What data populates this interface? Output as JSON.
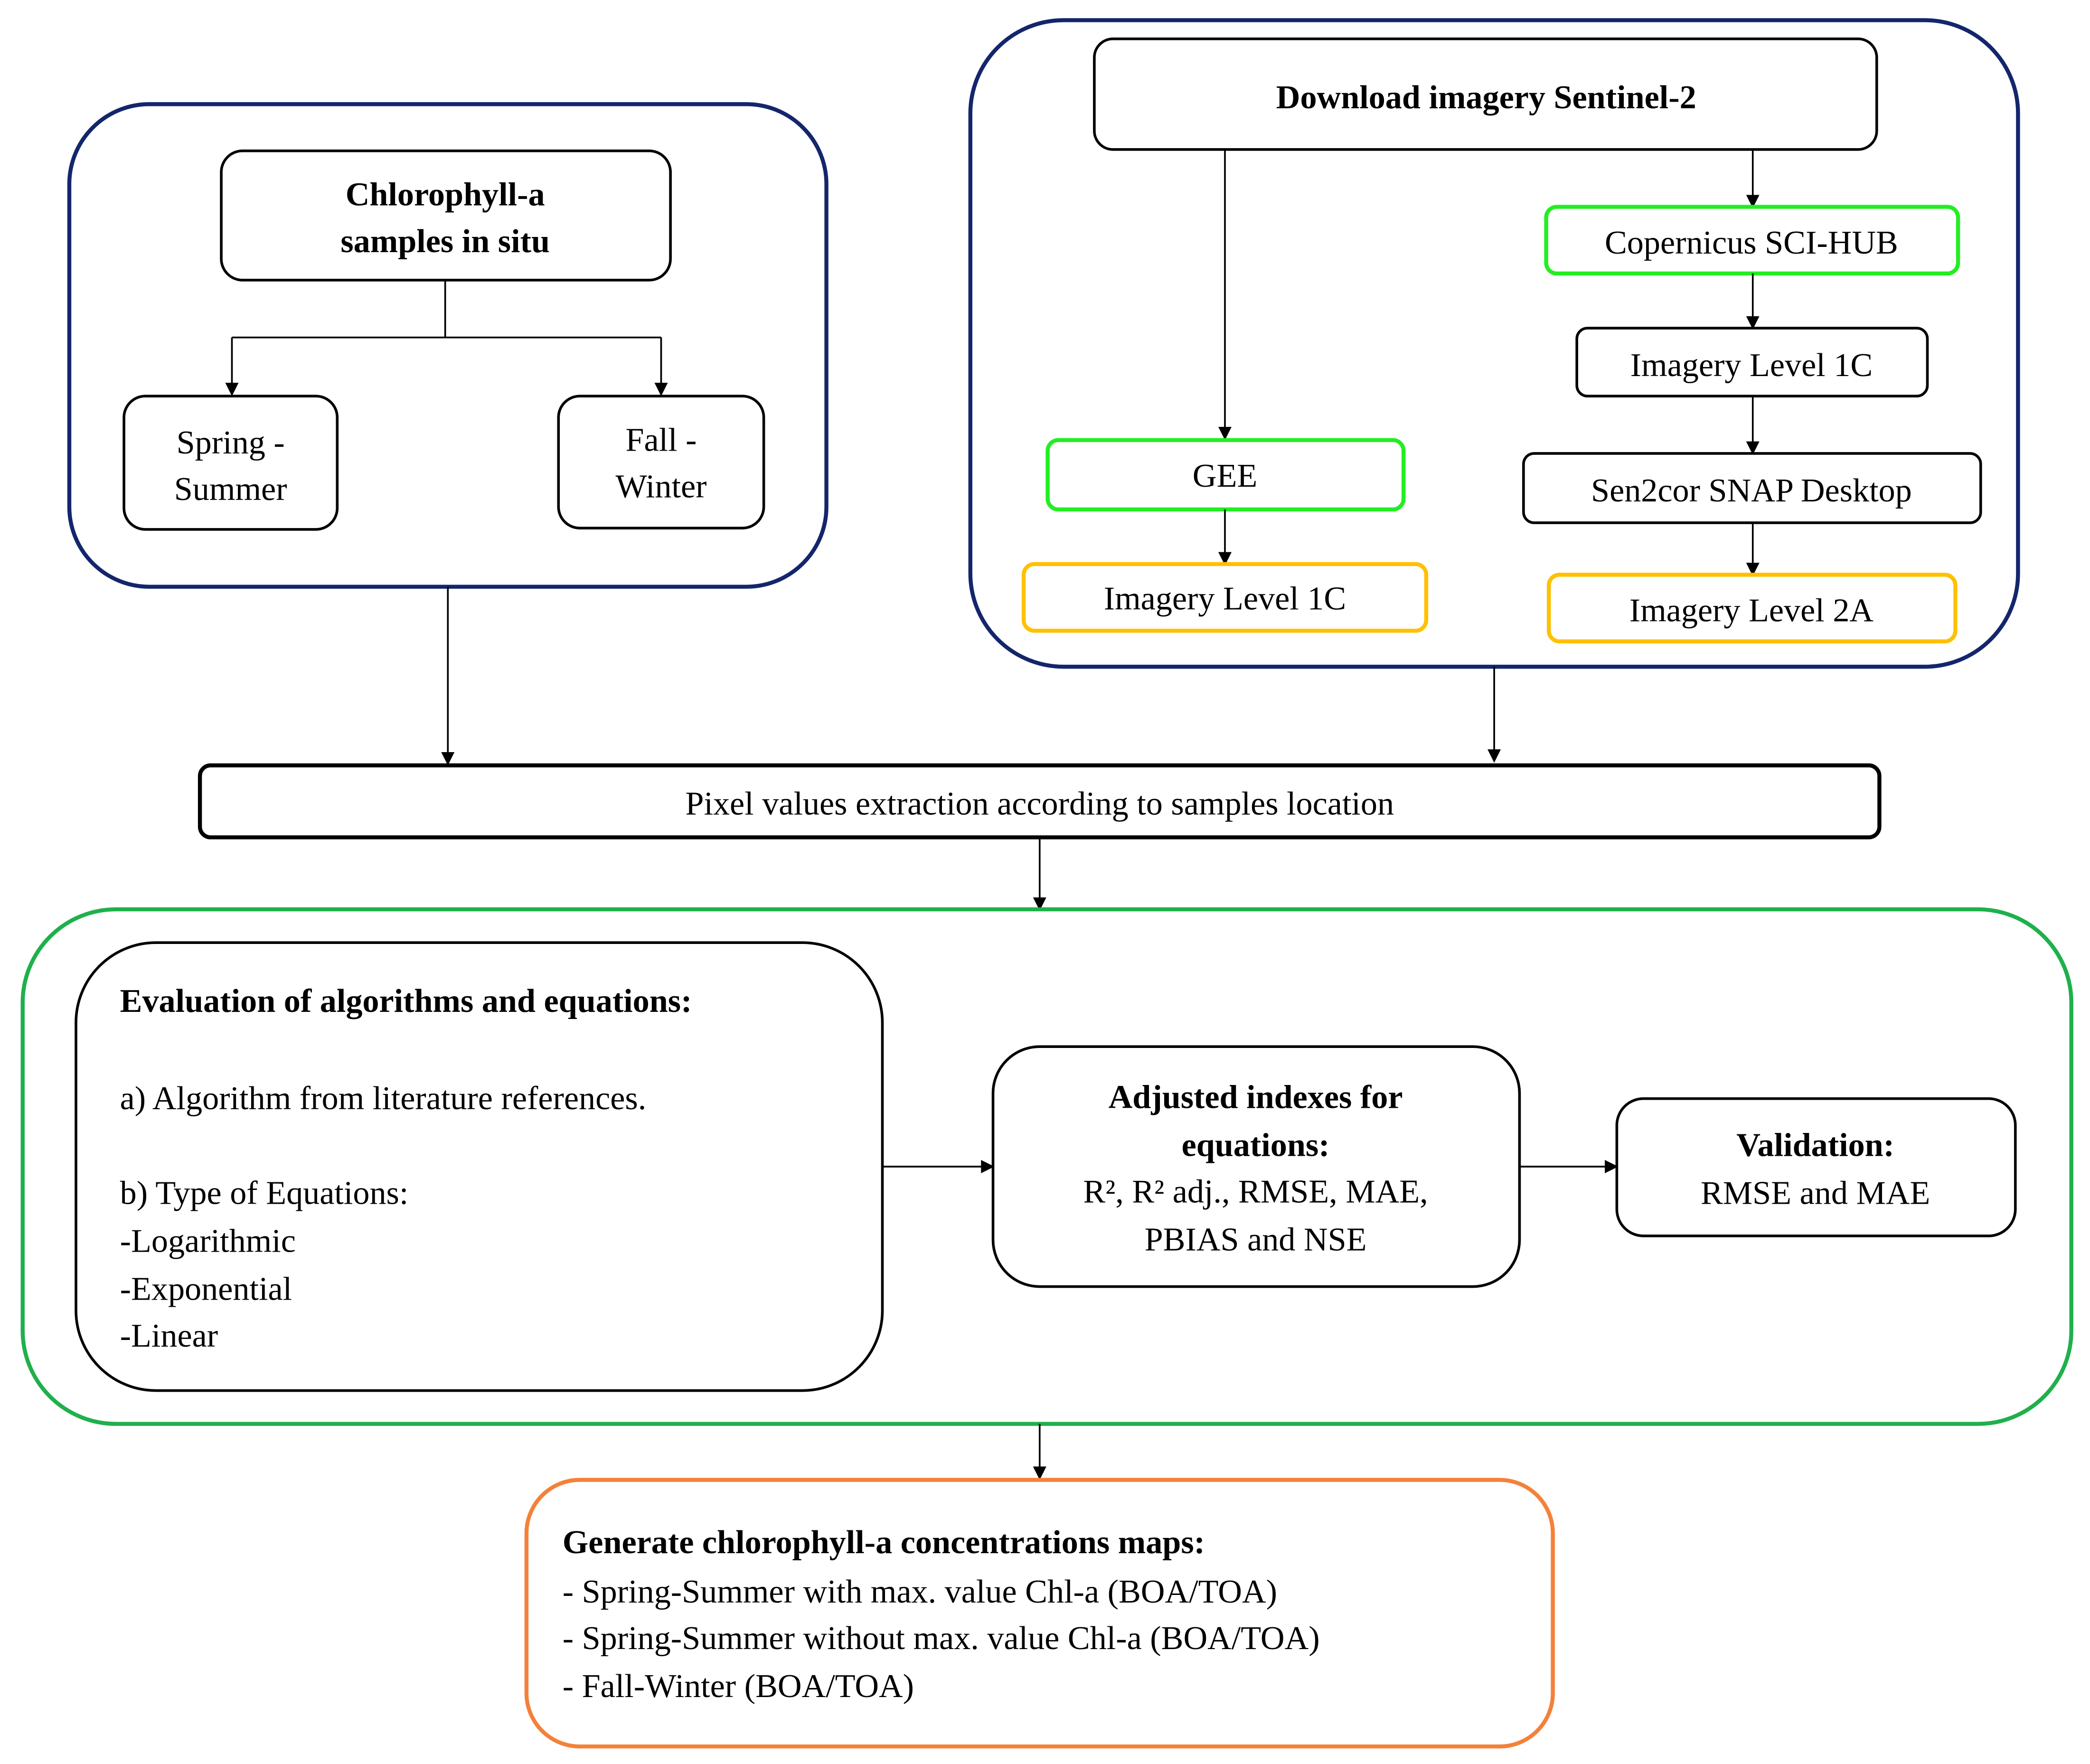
{
  "colors": {
    "navy": "#14266b",
    "bright_green": "#22ee22",
    "yellow": "#ffc000",
    "green": "#1fb04c",
    "orange": "#f4813a"
  },
  "insitu": {
    "title_lines": [
      "Chlorophyll-a",
      "samples in situ"
    ],
    "spring_lines": [
      "Spring -",
      "Summer"
    ],
    "fall_lines": [
      "Fall -",
      "Winter"
    ]
  },
  "imagery": {
    "download": "Download imagery Sentinel-2",
    "gee": "GEE",
    "gee_level": "Imagery Level 1C",
    "copernicus": "Copernicus SCI-HUB",
    "level1c": "Imagery Level 1C",
    "sen2cor": "Sen2cor SNAP Desktop",
    "level2a": "Imagery Level 2A"
  },
  "extraction": "Pixel values extraction according to samples location",
  "evaluation": {
    "title": "Evaluation of algorithms and equations:",
    "lines": [
      "a) Algorithm from literature references.",
      "b) Type of Equations:",
      "-Logarithmic",
      "-Exponential",
      "-Linear"
    ]
  },
  "adjusted": {
    "title_lines": [
      "Adjusted indexes for",
      "equations:"
    ],
    "lines": [
      "R², R² adj., RMSE, MAE,",
      "PBIAS and NSE"
    ]
  },
  "validation": {
    "title": "Validation:",
    "line": "RMSE and MAE"
  },
  "maps": {
    "title": "Generate chlorophyll-a concentrations maps:",
    "lines": [
      "- Spring-Summer with max. value Chl-a (BOA/TOA)",
      "- Spring-Summer without max. value Chl-a (BOA/TOA)",
      "- Fall-Winter (BOA/TOA)"
    ]
  }
}
